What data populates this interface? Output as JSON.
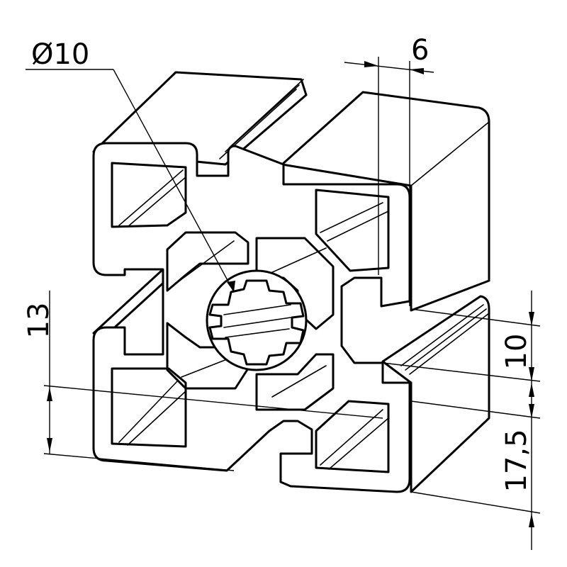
{
  "drawing": {
    "subject": "aluminium extrusion profile",
    "colors": {
      "line": "#000000",
      "background": "#ffffff"
    }
  },
  "dimensions": {
    "bore": "Ø10",
    "slot_width": "6",
    "height_13": "13",
    "height_10": "10",
    "height_17_5": "17,5"
  }
}
